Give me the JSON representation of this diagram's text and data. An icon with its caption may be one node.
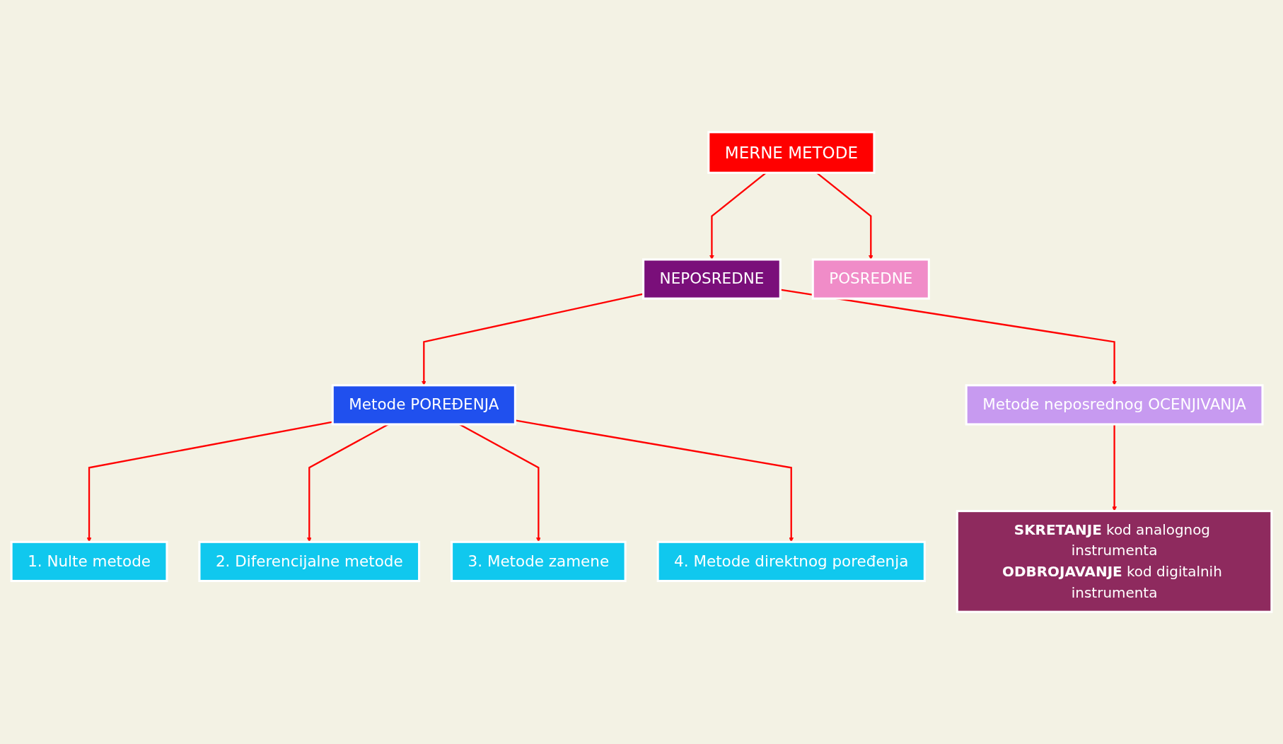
{
  "diagram": {
    "nodes": [
      {
        "text": [
          "MERNE METODE"
        ]
      },
      {
        "text": [
          "NEPOSREDNE"
        ]
      },
      {
        "text": [
          "POSREDNE"
        ]
      },
      {
        "text": [
          "Metode POREĐENJA"
        ]
      },
      {
        "text": [
          "Metode neposrednog OCENJIVANJA"
        ]
      },
      {
        "text": [
          "1. Nulte metode"
        ]
      },
      {
        "text": [
          "2. Diferencijalne metode"
        ]
      },
      {
        "text": [
          "3. Metode zamene"
        ]
      },
      {
        "text": [
          "4. Metode direktnog poređenja"
        ]
      },
      {
        "text": [
          "**SKRETANJE** kod analognog instrumenta",
          "**ODBROJAVANJE** kod digitalnih instrumenta"
        ]
      }
    ],
    "edges": [
      {
        "from": 0,
        "to": 1,
        "arrow": "to",
        "color": "#ff0000"
      },
      {
        "from": 0,
        "to": 2,
        "arrow": "to",
        "color": "#ff0000"
      },
      {
        "from": 1,
        "to": 3,
        "arrow": "to",
        "color": "#ff0000"
      },
      {
        "from": 1,
        "to": 4,
        "arrow": "to",
        "color": "#ff0000"
      },
      {
        "from": 3,
        "to": 5,
        "arrow": "to",
        "color": "#ff0000"
      },
      {
        "from": 3,
        "to": 6,
        "arrow": "to",
        "color": "#ff0000"
      },
      {
        "from": 3,
        "to": 7,
        "arrow": "to",
        "color": "#ff0000"
      },
      {
        "from": 3,
        "to": 8,
        "arrow": "to",
        "color": "#ff0000"
      },
      {
        "from": 4,
        "to": 9,
        "arrow": "to",
        "color": "#ff0000"
      }
    ]
  }
}
